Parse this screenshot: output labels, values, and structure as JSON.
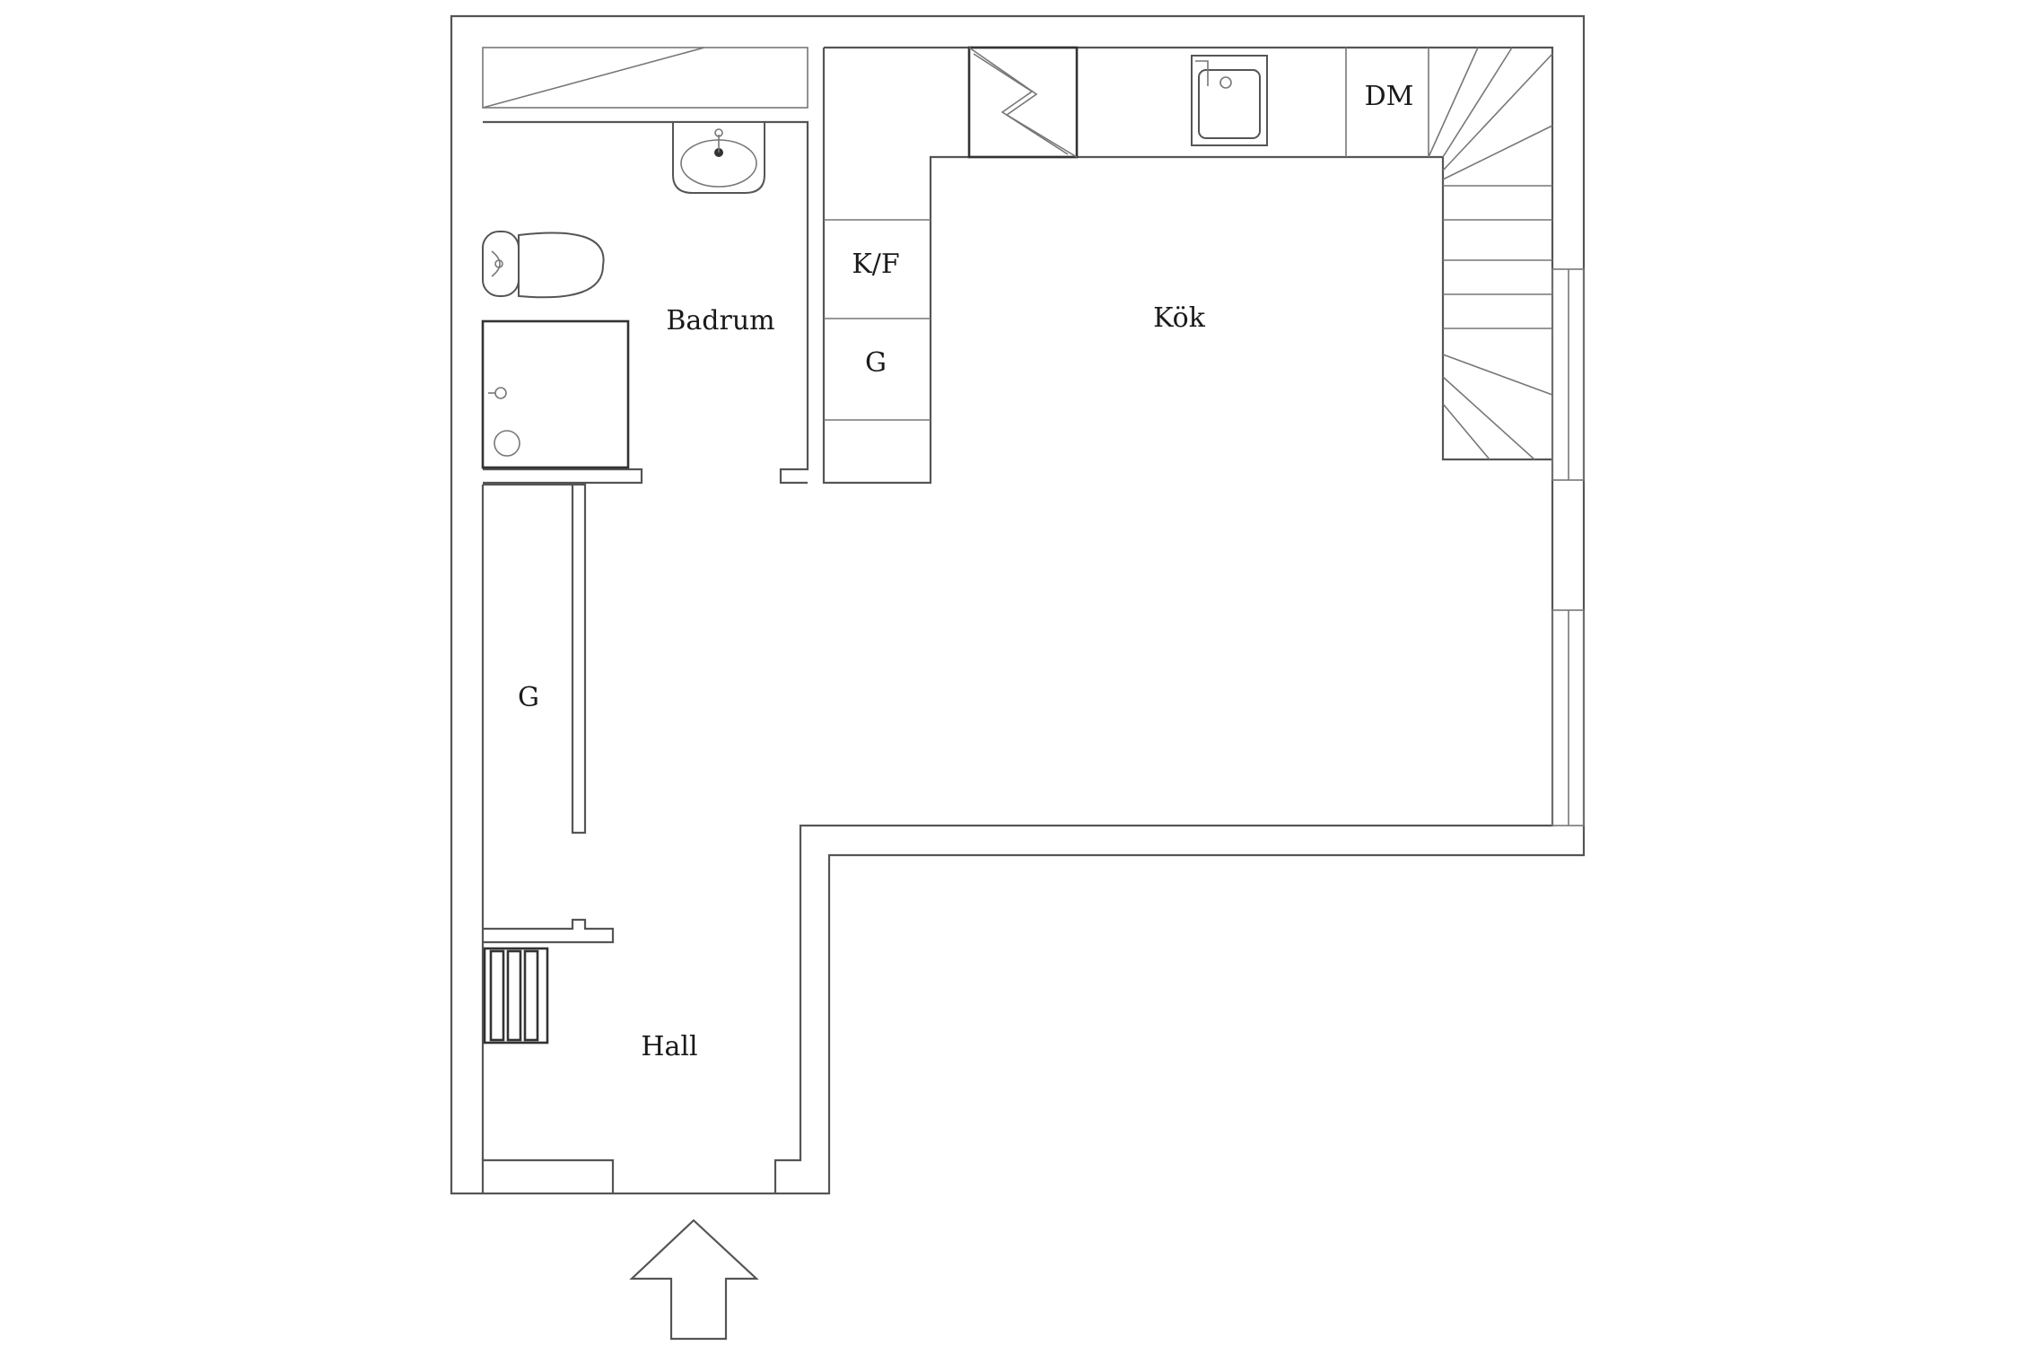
{
  "rooms": {
    "bathroom": "Badrum",
    "kitchen": "Kök",
    "hall": "Hall",
    "fridge_freezer": "K/F",
    "kitchen_closet": "G",
    "hall_closet": "G",
    "dishwasher": "DM"
  },
  "icons": {
    "sink": "sink-icon",
    "washbasin": "washbasin-icon",
    "toilet": "toilet-icon",
    "shower": "shower-icon",
    "stove": "stove-icon",
    "staircase": "staircase-icon",
    "radiator": "radiator-icon",
    "entrance": "entrance-arrow-icon"
  },
  "colors": {
    "walls": "#555555",
    "background": "#ffffff",
    "text": "#1a1a1a"
  }
}
